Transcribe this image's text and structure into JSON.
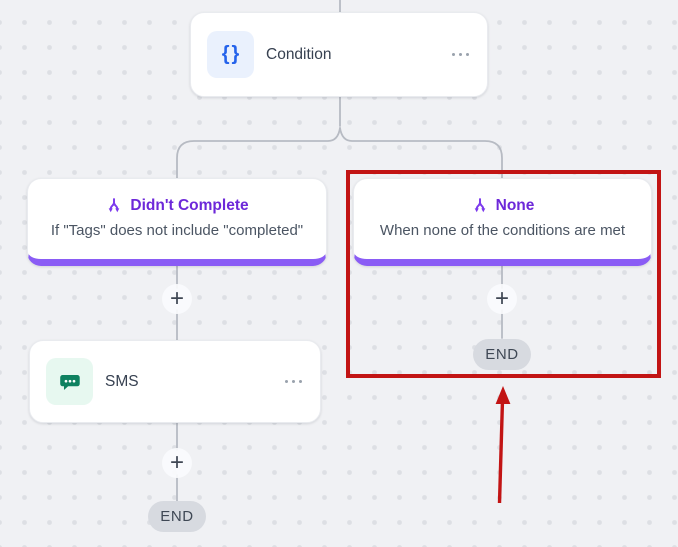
{
  "canvas": {
    "plus_glyph": "+",
    "end_label": "END",
    "background": "#f0f1f4",
    "dot_color": "#dddfe4",
    "line_color": "#b7bbc3"
  },
  "condition_node": {
    "title": "Condition",
    "icon_glyph": "{}",
    "icon_color": "#2563eb",
    "icon_bg": "#eaf1fd"
  },
  "branches": {
    "left": {
      "title": "Didn't Complete",
      "subtitle": "If \"Tags\" does not include \"completed\"",
      "accent_color": "#8a5cf5",
      "title_color": "#6d28d9"
    },
    "right": {
      "title": "None",
      "subtitle": "When none of the conditions are met",
      "accent_color": "#8a5cf5",
      "title_color": "#6d28d9"
    }
  },
  "sms_node": {
    "title": "SMS",
    "icon_color": "#0e8160",
    "icon_bg": "#e7f8f0"
  },
  "annotation": {
    "color": "#c21414"
  }
}
